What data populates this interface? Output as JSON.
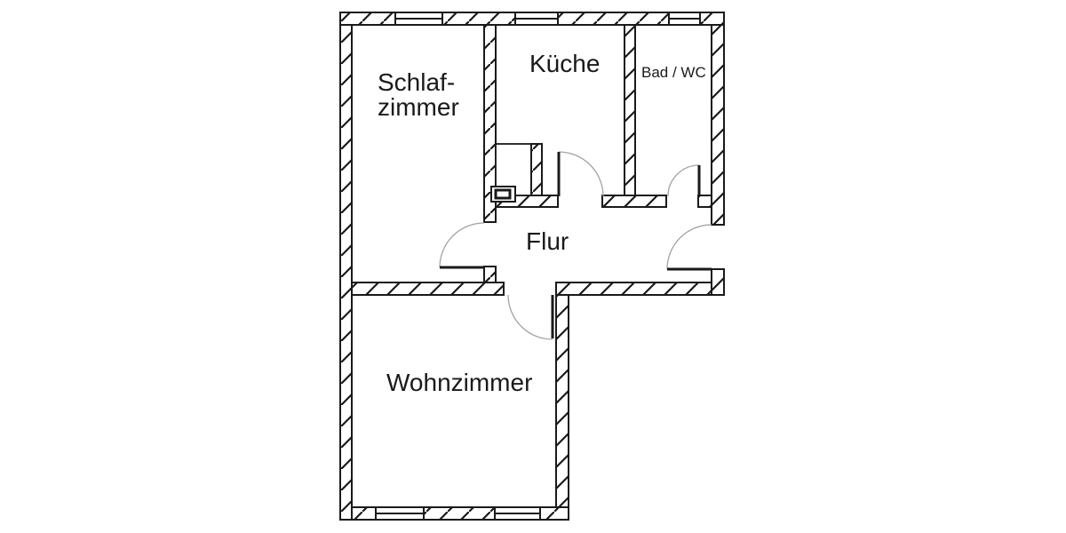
{
  "floorplan": {
    "background_color": "#ffffff",
    "line_color": "#1a1a1a",
    "door_arc_color": "#a3a3a3",
    "rooms": [
      {
        "id": "schlafzimmer",
        "label_line1": "Schlaf-",
        "label_line2": "zimmer"
      },
      {
        "id": "kueche",
        "label": "Küche"
      },
      {
        "id": "bad-wc",
        "label": "Bad / WC"
      },
      {
        "id": "flur",
        "label": "Flur"
      },
      {
        "id": "wohnzimmer",
        "label": "Wohnzimmer"
      }
    ]
  }
}
